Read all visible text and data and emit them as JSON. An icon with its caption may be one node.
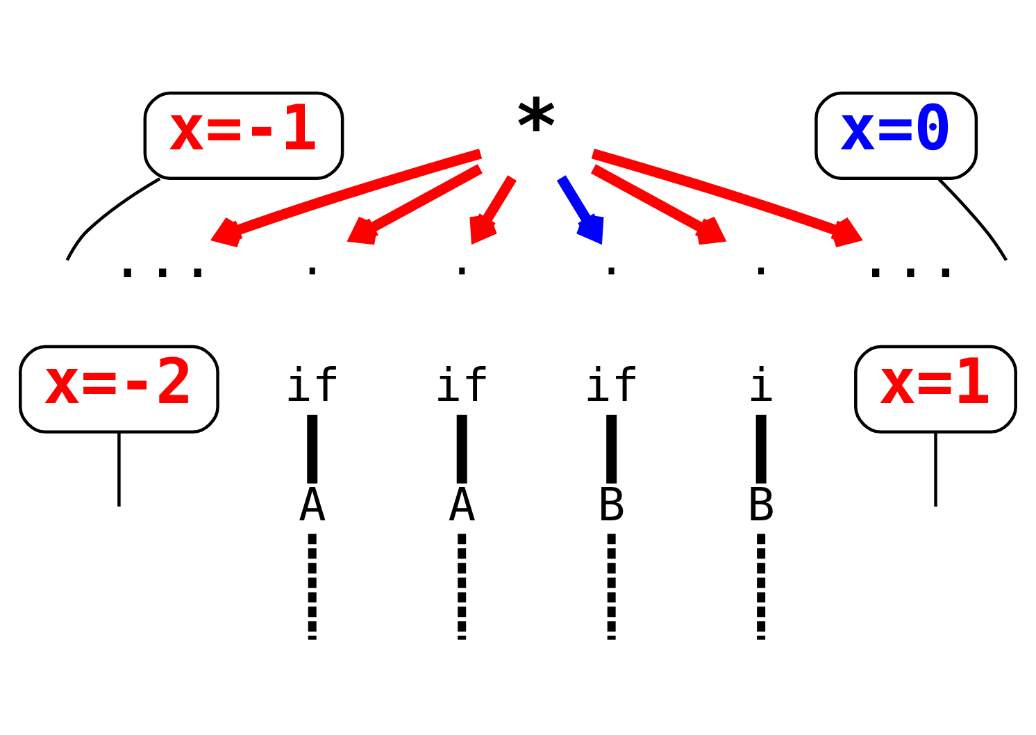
{
  "diagram": {
    "nodes": [
      {
        "text": [
          "*"
        ]
      },
      {
        "text": [
          "..."
        ]
      },
      {
        "text": [
          "."
        ]
      },
      {
        "text": [
          "."
        ]
      },
      {
        "text": [
          "."
        ]
      },
      {
        "text": [
          "."
        ]
      },
      {
        "text": [
          "..."
        ]
      },
      {
        "text": [
          "if"
        ]
      },
      {
        "text": [
          "if"
        ]
      },
      {
        "text": [
          "if"
        ]
      },
      {
        "text": [
          "i"
        ]
      },
      {
        "text": [
          "A"
        ]
      },
      {
        "text": [
          "A"
        ]
      },
      {
        "text": [
          "B"
        ]
      },
      {
        "text": [
          "B"
        ]
      },
      {
        "text": [
          "x=-1"
        ]
      },
      {
        "text": [
          "x=0"
        ]
      },
      {
        "text": [
          "x=-2"
        ]
      },
      {
        "text": [
          "x=1"
        ]
      }
    ],
    "edges": [
      {
        "from": 0,
        "to": 1,
        "arrow": "to",
        "color": "#ff0000"
      },
      {
        "from": 0,
        "to": 2,
        "arrow": "to",
        "color": "#ff0000"
      },
      {
        "from": 0,
        "to": 3,
        "arrow": "to",
        "color": "#ff0000"
      },
      {
        "from": 0,
        "to": 4,
        "arrow": "to",
        "color": "#0000ff"
      },
      {
        "from": 0,
        "to": 5,
        "arrow": "to",
        "color": "#ff0000"
      },
      {
        "from": 0,
        "to": 6,
        "arrow": "to",
        "color": "#ff0000"
      },
      {
        "from": 7,
        "to": 11,
        "arrow": "none"
      },
      {
        "from": 8,
        "to": 12,
        "arrow": "none"
      },
      {
        "from": 9,
        "to": 13,
        "arrow": "none"
      },
      {
        "from": 10,
        "to": 14,
        "arrow": "none"
      },
      {
        "from": 11,
        "to": null,
        "arrow": "none",
        "style": "dashed"
      },
      {
        "from": 12,
        "to": null,
        "arrow": "none",
        "style": "dashed"
      },
      {
        "from": 13,
        "to": null,
        "arrow": "none",
        "style": "dashed"
      },
      {
        "from": 14,
        "to": null,
        "arrow": "none",
        "style": "dashed"
      },
      {
        "from": 15,
        "to": null,
        "arrow": "none"
      },
      {
        "from": 16,
        "to": null,
        "arrow": "none"
      },
      {
        "from": 17,
        "to": null,
        "arrow": "none"
      },
      {
        "from": 18,
        "to": null,
        "arrow": "none"
      }
    ]
  }
}
